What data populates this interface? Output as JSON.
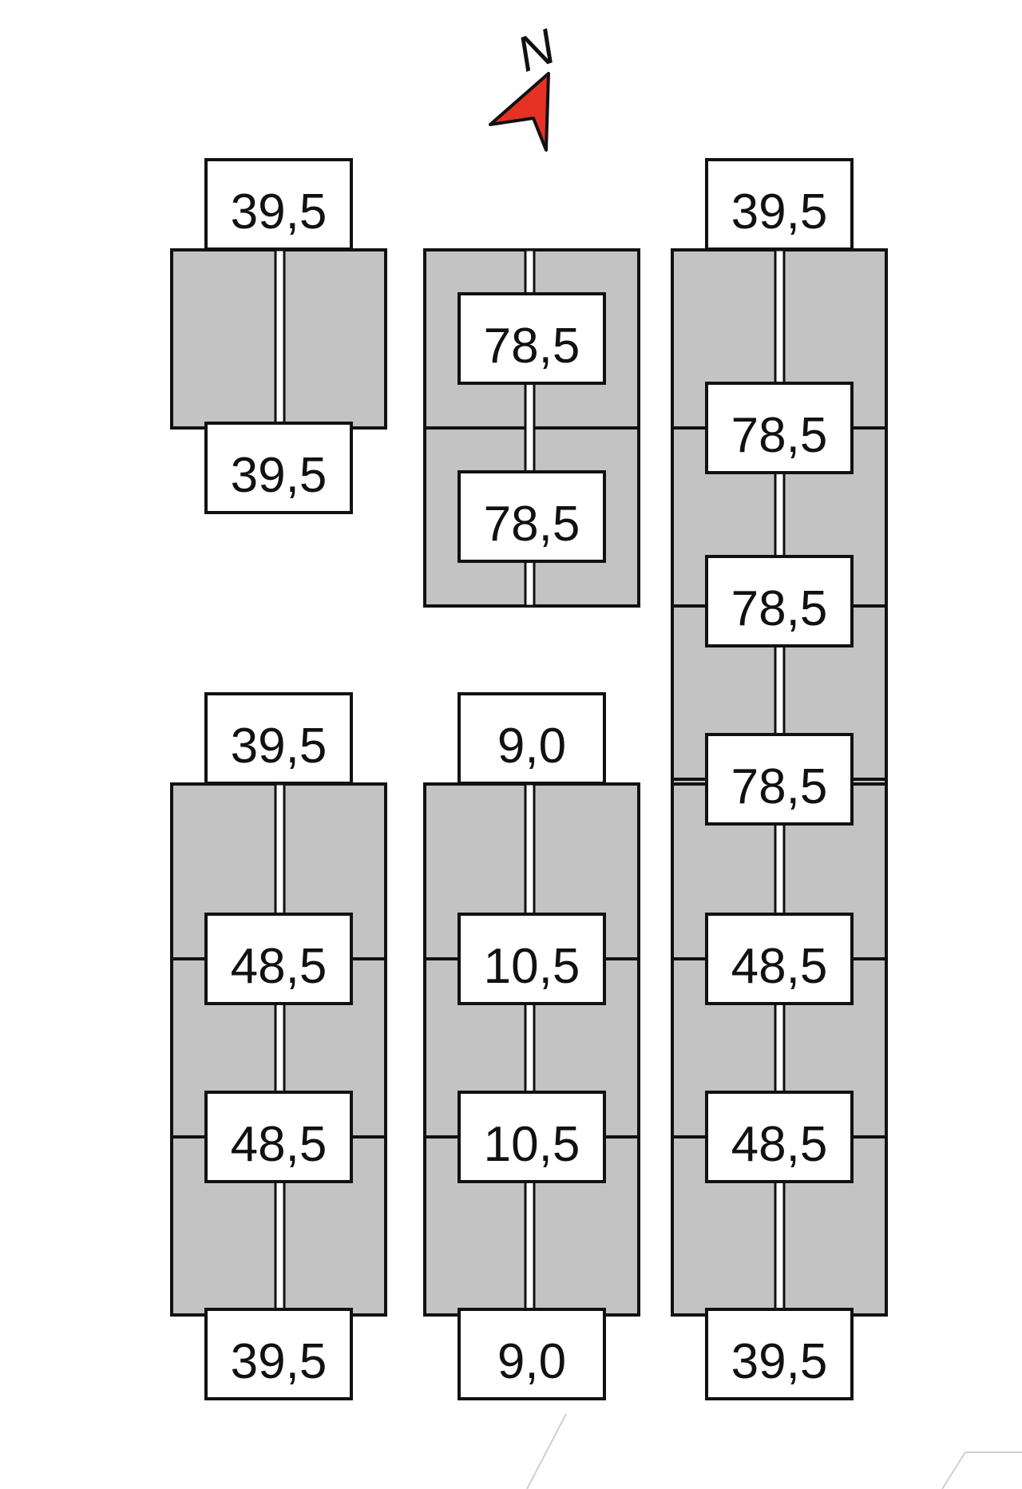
{
  "compass": {
    "label": "N",
    "arrow_color": "#e53224"
  },
  "labels": {
    "a_top": "39,5",
    "a_bottom": "39,5",
    "b_1": "78,5",
    "b_2": "78,5",
    "c_top": "39,5",
    "c_1": "78,5",
    "c_2": "78,5",
    "c_3": "78,5",
    "c_4": "48,5",
    "c_5": "48,5",
    "c_bottom": "39,5",
    "d_top": "39,5",
    "d_1": "48,5",
    "d_2": "48,5",
    "d_bottom": "39,5",
    "e_top": "9,0",
    "e_1": "10,5",
    "e_2": "10,5",
    "e_bottom": "9,0"
  },
  "colors": {
    "building_fill": "#c3c3c3",
    "outline": "#111111",
    "background": "#ffffff"
  }
}
